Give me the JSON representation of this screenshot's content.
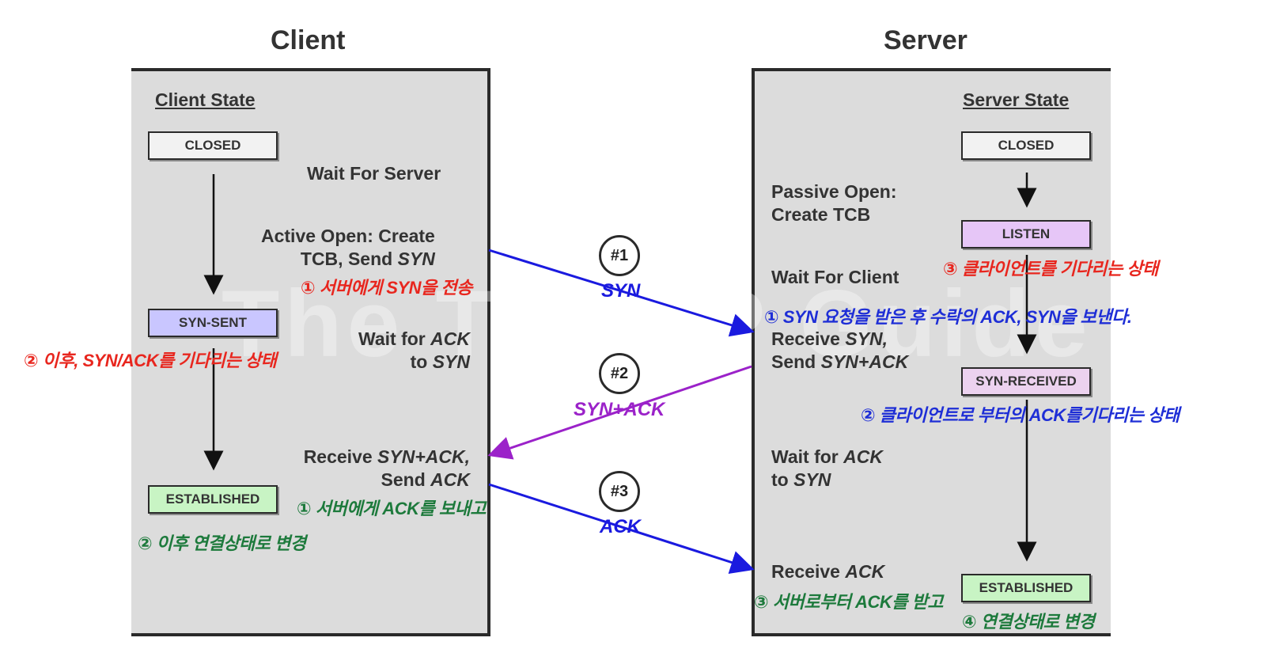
{
  "client": {
    "title": "Client",
    "state_header": "Client State",
    "states": [
      "CLOSED",
      "SYN-SENT",
      "ESTABLISHED"
    ],
    "desc_wait_server": "Wait For Server",
    "desc_active_open_1": "Active Open: Create",
    "desc_active_open_2a": "TCB, Send ",
    "desc_active_open_2b": "SYN",
    "desc_wait_ack_1a": "Wait for ",
    "desc_wait_ack_1b": "ACK",
    "desc_wait_ack_2a": "to ",
    "desc_wait_ack_2b": "SYN",
    "desc_recv_1a": "Receive ",
    "desc_recv_1b": "SYN+ACK,",
    "desc_recv_2a": "Send ",
    "desc_recv_2b": "ACK"
  },
  "server": {
    "title": "Server",
    "state_header": "Server State",
    "states": [
      "CLOSED",
      "LISTEN",
      "SYN-RECEIVED",
      "ESTABLISHED"
    ],
    "desc_passive_1": "Passive Open:",
    "desc_passive_2": "Create TCB",
    "desc_wait_client": "Wait For Client",
    "desc_recv_syn_1a": "Receive ",
    "desc_recv_syn_1b": "SYN,",
    "desc_recv_syn_2a": "Send ",
    "desc_recv_syn_2b": "SYN+ACK",
    "desc_wait_ack_1a": "Wait for ",
    "desc_wait_ack_1b": "ACK",
    "desc_wait_ack_2a": "to ",
    "desc_wait_ack_2b": "SYN",
    "desc_recv_ack_a": "Receive ",
    "desc_recv_ack_b": "ACK"
  },
  "messages": [
    {
      "number": "#1",
      "label": "SYN",
      "color": "#1a1adf"
    },
    {
      "number": "#2",
      "label": "SYN+ACK",
      "color": "#9b22c9"
    },
    {
      "number": "#3",
      "label": "ACK",
      "color": "#1a1adf"
    }
  ],
  "watermark": "The TCP/IP Guide",
  "notes": {
    "red_1": "① 서버에게 SYN을 전송",
    "red_2": "② 이후, SYN/ACK를 기다리는 상태",
    "red_3": "③ 클라이언트를 기다리는 상태",
    "blue_1": "① SYN 요청을 받은 후 수락의 ACK, SYN을 보낸다.",
    "blue_2": "② 클라이언트로 부터의 ACK를기다리는 상태",
    "green_1": "① 서버에게 ACK를 보내고",
    "green_2": "② 이후 연결상태로 변경",
    "green_3": "③ 서버로부터 ACK를 받고",
    "green_4": "④ 연결상태로 변경"
  },
  "colors": {
    "panel": "#dcdcdc",
    "closed": "#f2f2f2",
    "syn_sent": "#c9c6ff",
    "listen": "#e6c6f7",
    "syn_received": "#ecd2ef",
    "established": "#c8f4c4",
    "red": "#e8261e",
    "blue": "#1e2ed6",
    "green": "#1d7a3c"
  }
}
